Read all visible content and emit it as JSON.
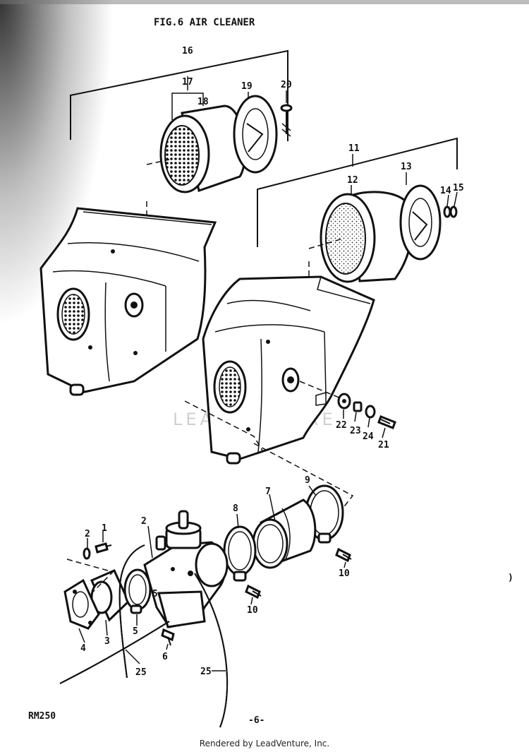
{
  "title": "FIG.6  AIR CLEANER",
  "model": "RM250",
  "page_number": "-6-",
  "watermark": "LEADVENTURE",
  "rendered_by": "Rendered by LeadVenture, Inc.",
  "callouts": [
    "1",
    "2",
    "2",
    "3",
    "4",
    "5",
    "5",
    "6",
    "7",
    "8",
    "9",
    "10",
    "10",
    "11",
    "12",
    "13",
    "14",
    "15",
    "16",
    "17",
    "18",
    "19",
    "20",
    "21",
    "22",
    "23",
    "24",
    "25",
    "25"
  ]
}
